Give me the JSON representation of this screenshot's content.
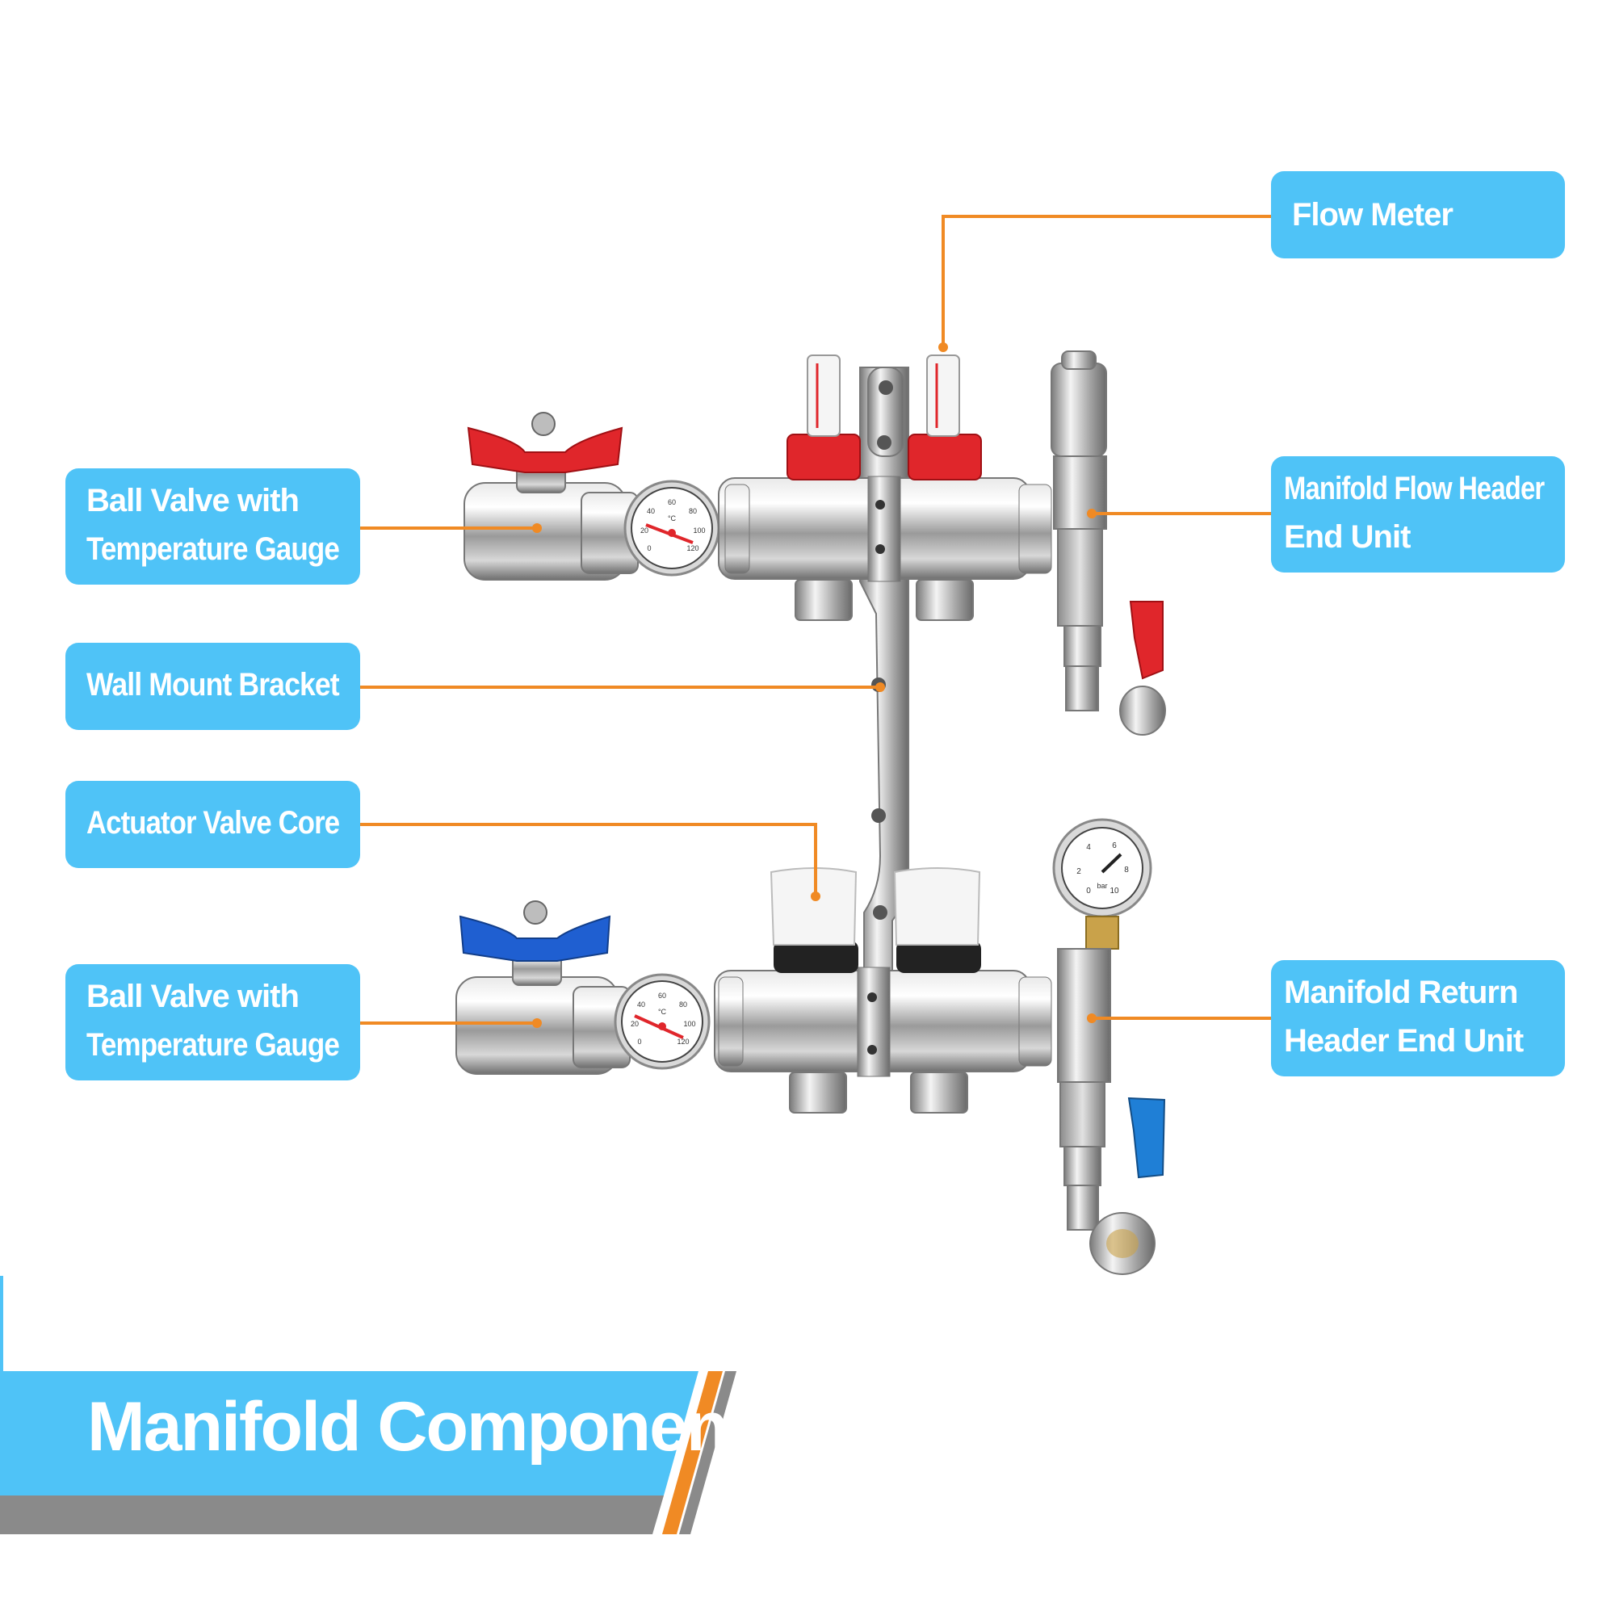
{
  "title": "Manifold Components",
  "labels": {
    "flow_meter": "Flow Meter",
    "ball_valve_top": [
      "Ball Valve with",
      "Temperature Gauge"
    ],
    "flow_header_end": [
      "Manifold Flow Header",
      "End Unit"
    ],
    "wall_bracket": "Wall Mount Bracket",
    "actuator_core": "Actuator Valve Core",
    "ball_valve_bottom": [
      "Ball Valve with",
      "Temperature Gauge"
    ],
    "return_header_end": [
      "Manifold Return",
      "Header End Unit"
    ]
  },
  "gauges": {
    "temperature_unit": "°C",
    "temperature_ticks": [
      "0",
      "20",
      "40",
      "60",
      "80",
      "100",
      "120"
    ],
    "pressure_unit": "bar",
    "pressure_ticks": [
      "0",
      "2",
      "4",
      "6",
      "8",
      "10"
    ]
  },
  "colors": {
    "callout_bg": "#4fc3f7",
    "leader_line": "#f08a24",
    "hot_handle": "#e0262b",
    "cold_handle": "#1f5fd1",
    "banner_blue": "#4fc3f7",
    "banner_grey": "#8a8a8a",
    "accent_orange": "#f08a24"
  }
}
